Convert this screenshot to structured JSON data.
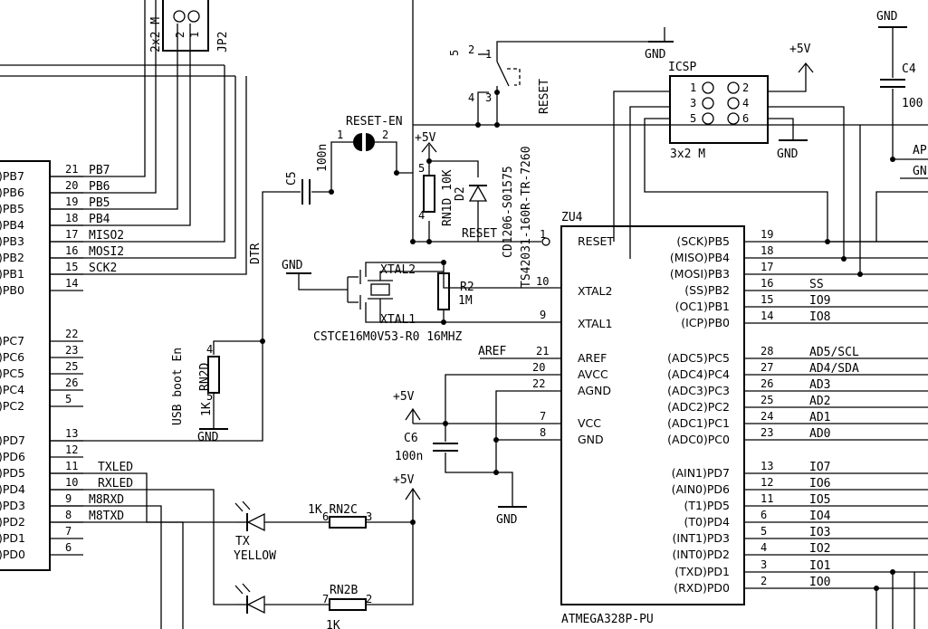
{
  "texts": {
    "jp2_top": "2x2 M",
    "jp2_pin1": "1",
    "jp2_pin2": "2",
    "jp2_name": "JP2",
    "reset_en": "RESET-EN",
    "reset_en_p1": "1",
    "reset_en_p2": "2",
    "c5": "C5",
    "c5_val": "100n",
    "dtr": "DTR",
    "plus5v_a": "+5V",
    "rn1d": "RN1D 10K",
    "rn1d_p5": "5",
    "rn1d_p4": "4",
    "d2": "D2",
    "reset_net": "RESET",
    "switch_p1": "1",
    "switch_p2": "2",
    "switch_p3": "3",
    "switch_p4": "4",
    "switch_p5": "5",
    "switch_name": "RESET",
    "switch_part1": "CD1206-S01575",
    "switch_part2": "TS42031-160R-TR-7260",
    "gnd_top_switch": "GND",
    "icsp": "ICSP",
    "icsp_p1": "1",
    "icsp_p2": "2",
    "icsp_p3": "3",
    "icsp_p4": "4",
    "icsp_p5": "5",
    "icsp_p6": "6",
    "icsp_type": "3x2 M",
    "icsp_gnd": "GND",
    "plus5v_icsp": "+5V",
    "gnd_c4": "GND",
    "c4": "C4",
    "c4_val": "100",
    "ap_cut": "AP",
    "gn_cut": "GN",
    "gnd_xtal": "GND",
    "xtal2_net": "XTAL2",
    "xtal1_net": "XTAL1",
    "r2": "R2",
    "r2_val": "1M",
    "crystal": "CSTCE16M0V53-R0 16MHZ",
    "usb_boot": "USB boot En",
    "rn2d": "RN2D",
    "rn2d_val": "1K",
    "rn2d_p4": "4",
    "rn2d_p5": "5",
    "gnd_usb": "GND",
    "aref_net": "AREF",
    "aref_pin": "21",
    "avcc_pin": "20",
    "agnd_pin": "22",
    "vcc_pin": "7",
    "gnd_pin": "8",
    "xtal2_pin": "10",
    "xtal1_pin": "9",
    "reset_pin": "1",
    "plus5v_c6": "+5V",
    "c6": "C6",
    "c6_val": "100n",
    "gnd_c6": "GND",
    "plus5v_led": "+5V",
    "txled": "TXLED",
    "rxled": "RXLED",
    "m8rxd": "M8RXD",
    "m8txd": "M8TXD",
    "rn2c": "1K RN2C",
    "rn2c_p6": "6",
    "rn2c_p3": "3",
    "rn2b": "RN2B",
    "rn2b_p7": "7",
    "rn2b_p2": "2",
    "rn2b_val": "1K",
    "tx": "TX",
    "yellow": "YELLOW",
    "zu4": "ZU4",
    "ic_name": "ATMEGA328P-PU"
  },
  "ic_left_pins": [
    "RESET",
    "XTAL2",
    "XTAL1",
    "AREF",
    "AVCC",
    "AGND",
    "VCC",
    "GND"
  ],
  "ic_right_pins": [
    {
      "label": "(SCK)PB5",
      "pin": "19",
      "net": ""
    },
    {
      "label": "(MISO)PB4",
      "pin": "18",
      "net": ""
    },
    {
      "label": "(MOSI)PB3",
      "pin": "17",
      "net": ""
    },
    {
      "label": "(SS)PB2",
      "pin": "16",
      "net": "SS"
    },
    {
      "label": "(OC1)PB1",
      "pin": "15",
      "net": "IO9"
    },
    {
      "label": "(ICP)PB0",
      "pin": "14",
      "net": "IO8"
    },
    {
      "label": "(ADC5)PC5",
      "pin": "28",
      "net": "AD5/SCL"
    },
    {
      "label": "(ADC4)PC4",
      "pin": "27",
      "net": "AD4/SDA"
    },
    {
      "label": "(ADC3)PC3",
      "pin": "26",
      "net": "AD3"
    },
    {
      "label": "(ADC2)PC2",
      "pin": "25",
      "net": "AD2"
    },
    {
      "label": "(ADC1)PC1",
      "pin": "24",
      "net": "AD1"
    },
    {
      "label": "(ADC0)PC0",
      "pin": "23",
      "net": "AD0"
    },
    {
      "label": "(AIN1)PD7",
      "pin": "13",
      "net": "IO7"
    },
    {
      "label": "(AIN0)PD6",
      "pin": "12",
      "net": "IO6"
    },
    {
      "label": "(T1)PD5",
      "pin": "11",
      "net": "IO5"
    },
    {
      "label": "(T0)PD4",
      "pin": "6",
      "net": "IO4"
    },
    {
      "label": "(INT1)PD3",
      "pin": "5",
      "net": "IO3"
    },
    {
      "label": "(INT0)PD2",
      "pin": "4",
      "net": "IO2"
    },
    {
      "label": "(TXD)PD1",
      "pin": "3",
      "net": "IO1"
    },
    {
      "label": "(RXD)PD0",
      "pin": "2",
      "net": "IO0"
    }
  ],
  "left_ic_pins": [
    {
      "label": ")PB7",
      "pin": "21",
      "net": "PB7"
    },
    {
      "label": ")PB6",
      "pin": "20",
      "net": "PB6"
    },
    {
      "label": ")PB5",
      "pin": "19",
      "net": "PB5"
    },
    {
      "label": ")PB4",
      "pin": "18",
      "net": "PB4"
    },
    {
      "label": ")PB3",
      "pin": "17",
      "net": "MISO2"
    },
    {
      "label": ")PB2",
      "pin": "16",
      "net": "MOSI2"
    },
    {
      "label": ")PB1",
      "pin": "15",
      "net": "SCK2"
    },
    {
      "label": ")PB0",
      "pin": "14",
      "net": ""
    },
    {
      "label": ")PC7",
      "pin": "22",
      "net": ""
    },
    {
      "label": ")PC6",
      "pin": "23",
      "net": ""
    },
    {
      "label": ")PC5",
      "pin": "25",
      "net": ""
    },
    {
      "label": ")PC4",
      "pin": "26",
      "net": ""
    },
    {
      "label": ")PC2",
      "pin": "5",
      "net": ""
    },
    {
      "label": ")PD7",
      "pin": "13",
      "net": ""
    },
    {
      "label": ")PD6",
      "pin": "12",
      "net": ""
    },
    {
      "label": ")PD5",
      "pin": "11",
      "net": ""
    },
    {
      "label": ")PD4",
      "pin": "10",
      "net": ""
    },
    {
      "label": ")PD3",
      "pin": "9",
      "net": ""
    },
    {
      "label": ")PD2",
      "pin": "8",
      "net": ""
    },
    {
      "label": ")PD1",
      "pin": "7",
      "net": ""
    },
    {
      "label": ")PD0",
      "pin": "6",
      "net": ""
    }
  ]
}
